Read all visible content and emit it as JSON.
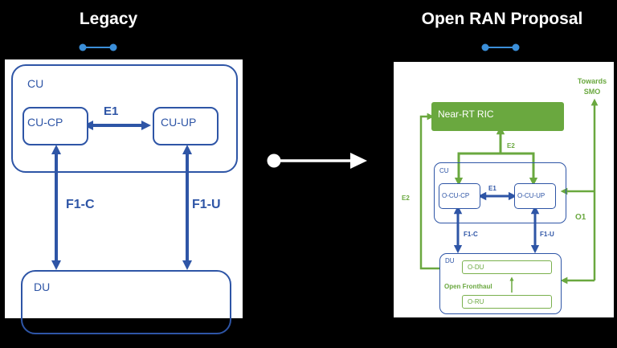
{
  "headings": {
    "legacy": "Legacy",
    "proposal": "Open RAN Proposal"
  },
  "colors": {
    "blue": "#2e55a6",
    "green": "#6aa83f",
    "background": "#000000"
  },
  "legacy": {
    "cu": "CU",
    "cu_cp": "CU-CP",
    "cu_up": "CU-UP",
    "e1": "E1",
    "f1c": "F1-C",
    "f1u": "F1-U",
    "du": "DU"
  },
  "oran": {
    "ric": "Near-RT RIC",
    "towards_smo": "Towards SMO",
    "e2_top": "E2",
    "e2_left": "E2",
    "cu": "CU",
    "o_cu_cp": "O-CU-CP",
    "o_cu_up": "O-CU-UP",
    "e1": "E1",
    "o1": "O1",
    "f1c": "F1-C",
    "f1u": "F1-U",
    "du": "DU",
    "o_du": "O-DU",
    "open_fronthaul": "Open Fronthaul",
    "o_ru": "O-RU"
  }
}
